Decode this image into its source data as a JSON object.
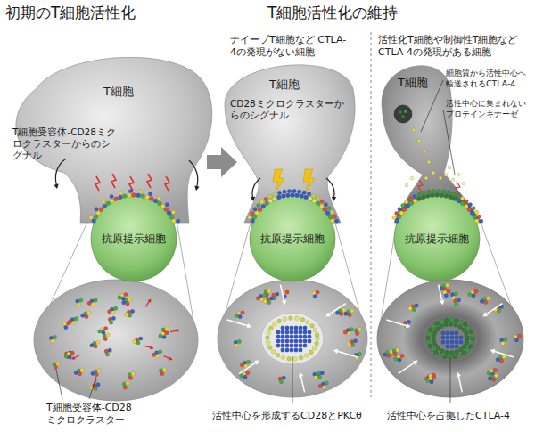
{
  "diagram": {
    "nodes": [
      {
        "text": [
          "T細胞",
          "T細胞受容体-CD28ミクロクラスターからのシグナル"
        ]
      },
      {
        "text": [
          "抗原提示細胞"
        ]
      },
      {
        "text": [
          "T細胞",
          "CD28ミクロクラスターからのシグナル"
        ]
      },
      {
        "text": [
          "抗原提示細胞"
        ]
      },
      {
        "text": [
          "T細胞"
        ]
      },
      {
        "text": [
          "抗原提示細胞"
        ]
      }
    ],
    "labels": [
      "初期のT細胞活性化",
      "T細胞活性化の維持",
      "ナイーブT細胞など CTLA-4の発現がない細胞",
      "活性化T細胞や制御性T細胞など CTLA-4の発現がある細胞",
      "細胞質から活性中心へ輸送されるCTLA-4",
      "活性中心に集まれないプロテインキナーゼ",
      "T細胞受容体-CD28 ミクロクラスター",
      "活性中心を形成するCD28とPKCθ",
      "活性中心を占拠したCTLA-4"
    ]
  }
}
